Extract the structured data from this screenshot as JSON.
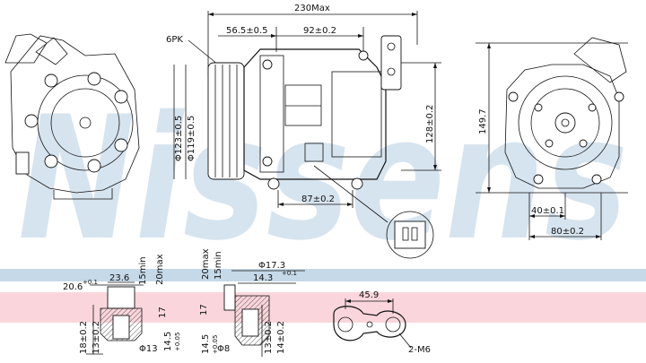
{
  "watermark": {
    "brand": "Nissens",
    "color_blue": "#b7cfe3",
    "color_pink": "#f5b5bf"
  },
  "top_dimensions": {
    "overall_length": "230Max",
    "d1": "56.5±0.5",
    "d2": "92±0.2",
    "pulley": "6PK",
    "dia_outer": "Φ123±0.5",
    "dia_inner": "Φ119±0.5",
    "height": "128±0.2",
    "bottom_spacing": "87±0.2"
  },
  "side_dimensions": {
    "total_height": "149.7",
    "offset": "40±0.1",
    "width": "80±0.2"
  },
  "detail_left": {
    "a": "20.6",
    "a_tol": "+0.1",
    "b": "23.6",
    "c": "15min",
    "d": "20max",
    "e": "17",
    "f": "18±0.2",
    "g": "13±0.2",
    "h": "Φ13",
    "i": "14.5",
    "i_tol": "+0.05"
  },
  "detail_mid": {
    "a": "20max",
    "b": "15min",
    "c": "Φ17.3",
    "d": "14.3",
    "d_tol": "+0.1",
    "e": "17",
    "f": "14.5",
    "f_tol": "+0.05",
    "g": "13±0.2",
    "h": "14±0.2",
    "i": "Φ8"
  },
  "detail_right": {
    "length": "45.9",
    "holes": "2-M6"
  }
}
